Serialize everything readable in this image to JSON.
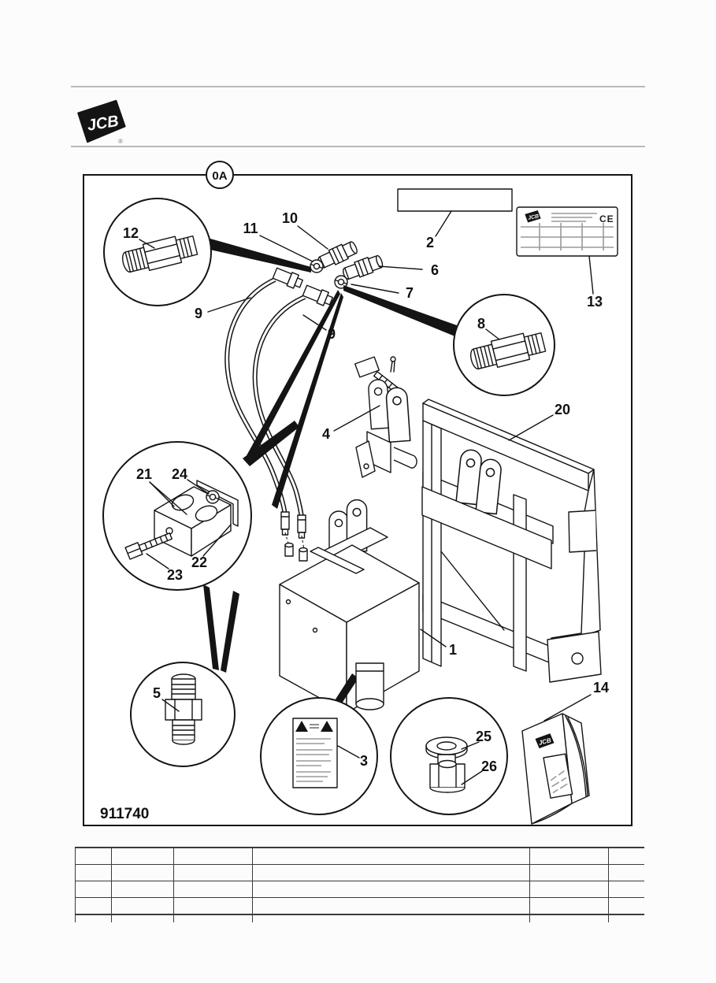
{
  "header": {
    "logo_text": "JCB",
    "registered_symbol": "®"
  },
  "diagram": {
    "section_label": "0A",
    "drawing_number": "911740",
    "callouts": {
      "c1": "1",
      "c2": "2",
      "c3": "3",
      "c4": "4",
      "c5": "5",
      "c6": "6",
      "c7": "7",
      "c8": "8",
      "c9a": "9",
      "c9b": "9",
      "c10": "10",
      "c11": "11",
      "c12": "12",
      "c13": "13",
      "c14": "14",
      "c20": "20",
      "c21": "21",
      "c22": "22",
      "c23": "23",
      "c24": "24",
      "c25": "25",
      "c26": "26"
    },
    "serial_plate": {
      "logo_text": "JCB",
      "ce_mark": "CE"
    },
    "booklet": {
      "logo_text": "JCB"
    }
  }
}
